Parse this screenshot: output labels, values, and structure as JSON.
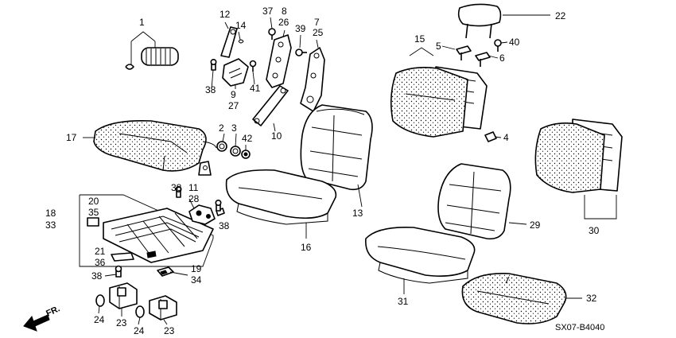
{
  "callouts": {
    "c1": "1",
    "c2": "2",
    "c3": "3",
    "c4": "4",
    "c5": "5",
    "c6": "6",
    "c7": "7",
    "c8": "8",
    "c9": "9",
    "c10": "10",
    "c11": "11",
    "c12": "12",
    "c13": "13",
    "c14": "14",
    "c15": "15",
    "c16": "16",
    "c17": "17",
    "c18": "18",
    "c19": "19",
    "c20": "20",
    "c21": "21",
    "c22": "22",
    "c23a": "23",
    "c23b": "23",
    "c24a": "24",
    "c24b": "24",
    "c25": "25",
    "c26": "26",
    "c27": "27",
    "c28": "28",
    "c29": "29",
    "c30": "30",
    "c31": "31",
    "c32": "32",
    "c33": "33",
    "c34": "34",
    "c35": "35",
    "c36": "36",
    "c37": "37",
    "c38a": "38",
    "c38b": "38",
    "c38c": "38",
    "c38d": "38",
    "c39": "39",
    "c40": "40",
    "c41": "41",
    "c42": "42"
  },
  "diagram_code": "SX07-B4040",
  "direction_label": "FR."
}
